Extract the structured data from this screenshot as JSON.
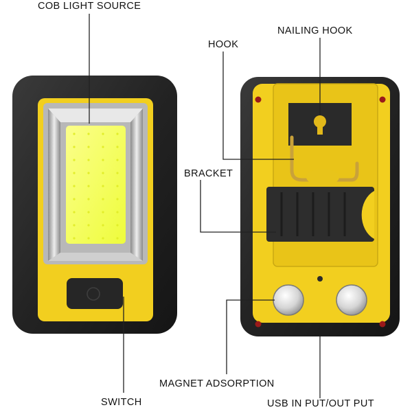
{
  "labels": {
    "cob_light_source": "COB LIGHT SOURCE",
    "nailing_hook": "NAILING HOOK",
    "hook": "HOOK",
    "bracket": "BRACKET",
    "magnet_adsorption": "MAGNET ADSORPTION",
    "switch": "SWITCH",
    "usb_port": "USB IN PUT/OUT PUT"
  },
  "colors": {
    "housing_black": "#2b2b2b",
    "body_yellow": "#f2cf1f",
    "led_panel": "#f7ff5a",
    "reflector_silver": "#d9d9d9",
    "magnet_silver": "#cfcfcf"
  }
}
